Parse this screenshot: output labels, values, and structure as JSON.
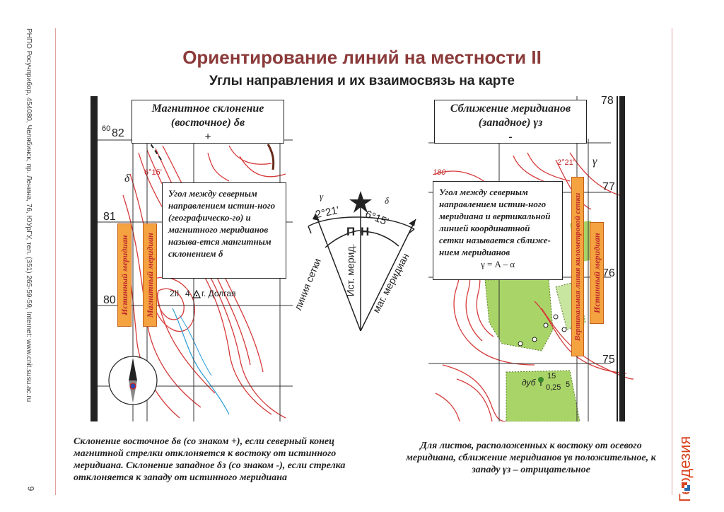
{
  "sidebar_text": "РНПО Росучприбор, 454080, Челябинск, пр. Ленина, 76, ЮУрГУ, тел. (351) 265-59-59, Internet: www.cnit.susu.ac.ru",
  "page_number": "9",
  "title": "Ориентирование линий на местности II",
  "subtitle": "Углы направления и их взаимосвязь на карте",
  "brand": "Геодезия",
  "left_panel": {
    "header_line1": "Магнитное склонение",
    "header_line2": "(восточное) δв",
    "header_sign": "+",
    "description": "Угол между северным направлением истин-ного (географическо-го) и магнитного меридианов называ-ется мангитным склонением δ",
    "label_true": "Истинный меридиан",
    "label_mag": "Магнитный меридиан",
    "grid_82": "82",
    "grid_60": "60",
    "grid_81": "81",
    "grid_80": "80",
    "delta_angle": "6°15'",
    "delta_symbol": "δ",
    "hill_label": "2II",
    "hill_num": "4",
    "hill_name": "г. Долгая"
  },
  "right_panel": {
    "header_line1": "Сближение меридианов",
    "header_line2": "(западное) γз",
    "header_sign": "-",
    "description": "Угол между северным направлением истин-ного меридиана и вертикальной линией координатной сетки называется сближе-нием меридианов",
    "formula": "γ = A – α",
    "label_grid": "Вертикальная линия километровой сетки",
    "label_true": "Истинный меридиан",
    "grid_78": "78",
    "grid_77": "77",
    "grid_76": "76",
    "grid_75": "75",
    "gamma_angle": "2°21'",
    "gamma_symbol": "γ",
    "contour_180": "180",
    "tree_label": "дуб",
    "tree_num_top": "15",
    "tree_num_bottom": "0,25",
    "tree_num_side": "5"
  },
  "center_diagram": {
    "gamma_symbol": "γ",
    "delta_symbol": "δ",
    "gamma_angle": "2°21'",
    "delta_angle": "6°15'",
    "p_label": "П",
    "n_label": "Н",
    "grid_line": "линия сетки",
    "true_mer": "Ист. мерид.",
    "mag_mer": "маг. меридиан"
  },
  "caption_left": "Склонение восточное δв (со знаком +), если северный конец магнитной стрелки отклоняется к востоку от истинного меридиана. Склонение западное δз (со знаком -), если стрелка отклоняется к западу от истинного меридиана",
  "caption_right": "Для листов, расположенных к востоку от осевого меридиана, сближение меридианов γв положительное, к западу γз – отрицательное",
  "colors": {
    "title": "#8b3a3a",
    "contour": "#d63b3b",
    "forest": "#a9d468",
    "label_bg": "#f4a340",
    "brand": "#d8431f"
  }
}
